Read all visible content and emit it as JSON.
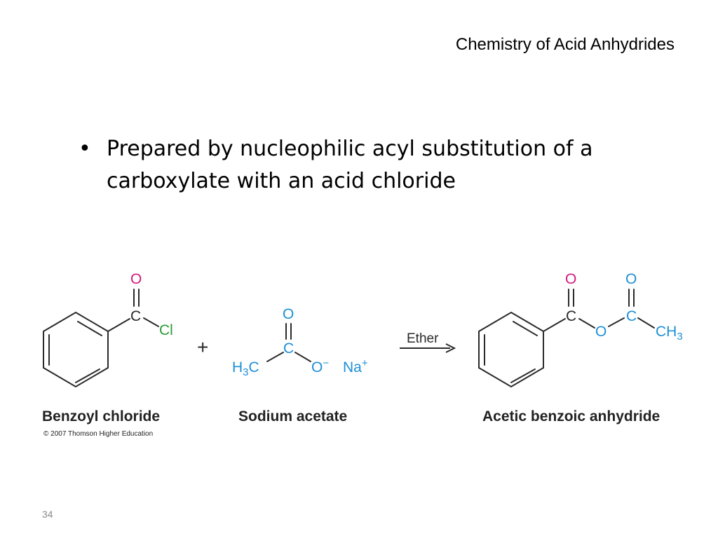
{
  "slide": {
    "title": "Chemistry of Acid Anhydrides",
    "bullets": [
      "Prepared by nucleophilic acyl substitution of a carboxylate with an acid chloride"
    ],
    "page_number": "34"
  },
  "reaction": {
    "reactant1": {
      "name": "Benzoyl chloride",
      "atoms": {
        "o": "O",
        "c": "C",
        "cl": "Cl"
      }
    },
    "plus": "+",
    "reactant2": {
      "name": "Sodium acetate",
      "atoms": {
        "h3c_main": "H",
        "h3c_sub": "3",
        "h3c_tail": "C",
        "c": "C",
        "o_top": "O",
        "o_minus": "O",
        "minus": "−",
        "na": "Na",
        "plus": "+"
      }
    },
    "arrow_label": "Ether",
    "product": {
      "name": "Acetic benzoic anhydride",
      "atoms": {
        "o1": "O",
        "c1": "C",
        "o_bridge": "O",
        "o2": "O",
        "c2": "C",
        "ch3_main": "CH",
        "ch3_sub": "3"
      }
    },
    "copyright": "© 2007 Thomson Higher Education"
  },
  "colors": {
    "oxygen_top": "#d4197f",
    "heteroatom": "#1e8fd6",
    "chlorine": "#2d9a35",
    "bond": "#2a2a2a"
  }
}
